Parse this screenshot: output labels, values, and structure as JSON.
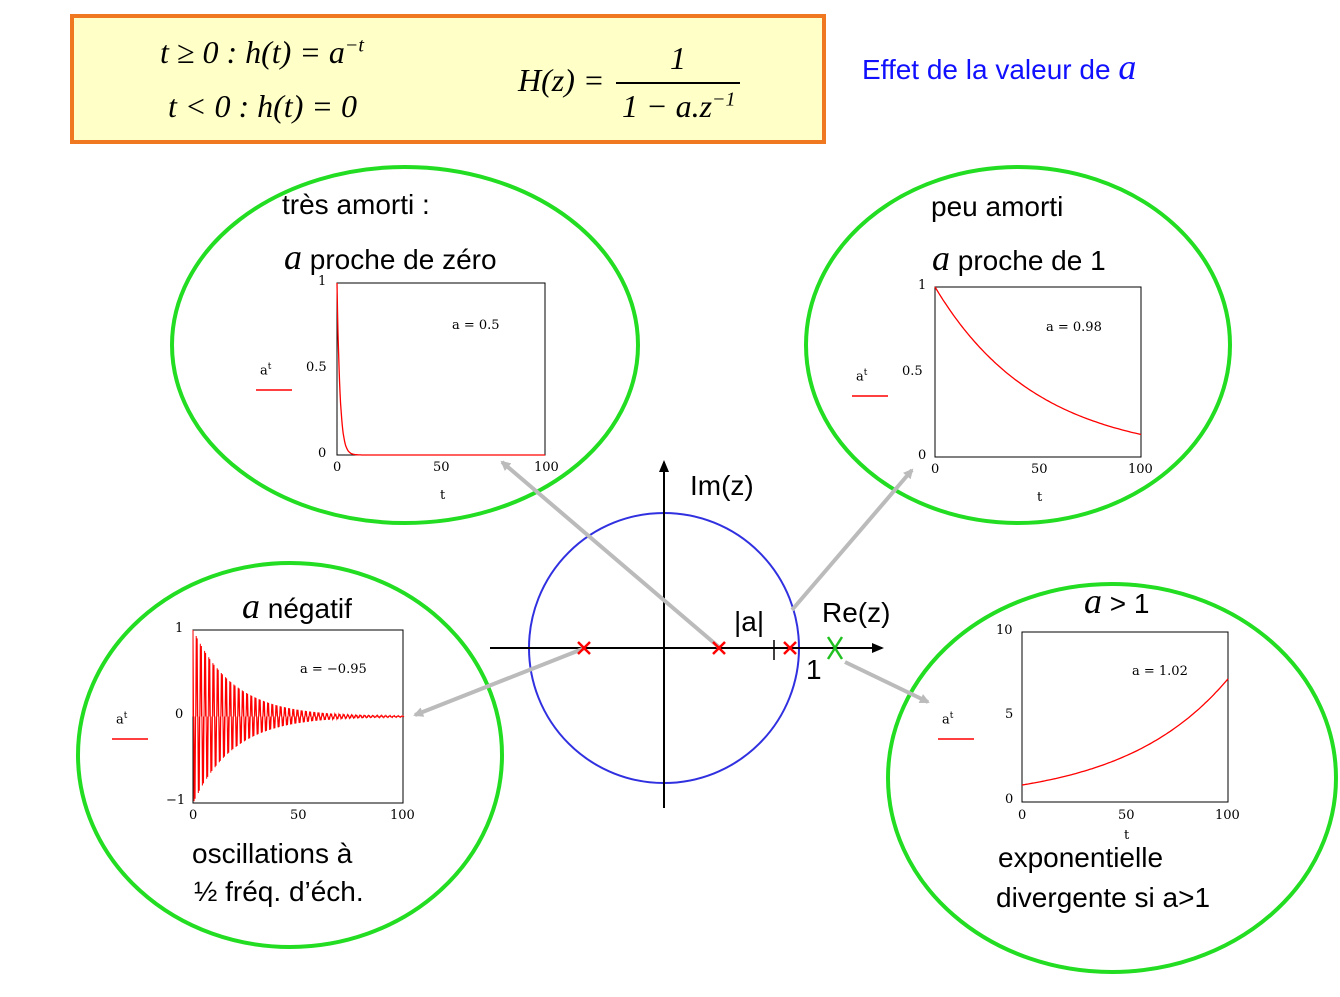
{
  "formula": {
    "line1": "t ≥ 0 : h(t) = a",
    "line1_exp": "−t",
    "line2": "t < 0 : h(t) = 0",
    "tf_lhs": "H(z) =",
    "tf_num": "1",
    "tf_den": "1 − a.z",
    "tf_den_exp": "−1"
  },
  "header": {
    "title_text": "Effet de la valeur de ",
    "title_var": "a",
    "title_color": "#1010ff"
  },
  "zplane": {
    "im_label": "Im(z)",
    "re_label": "Re(z)",
    "abs_a_label": "|a|",
    "unit_label": "1",
    "circle_color": "#3030e0",
    "pole_color": "#ff0000",
    "unstable_pole_color": "#20c020",
    "arrow_color": "#bbbbbb"
  },
  "panels": {
    "tres_amorti": {
      "caption_top": "très amorti :",
      "var": "a",
      "caption_sub": " proche de zéro",
      "a_label": "a = 0.5",
      "a_value": 0.5,
      "ylabel": "a",
      "ylabel_sup": "t",
      "xlabel": "t",
      "yticks": [
        "1",
        "0.5",
        "0"
      ],
      "xticks": [
        "0",
        "50",
        "100"
      ]
    },
    "peu_amorti": {
      "caption_top": "peu amorti",
      "var": "a",
      "caption_sub": " proche de 1",
      "a_label": "a = 0.98",
      "a_value": 0.98,
      "ylabel": "a",
      "ylabel_sup": "t",
      "xlabel": "t",
      "yticks": [
        "1",
        "0.5",
        "0"
      ],
      "xticks": [
        "0",
        "50",
        "100"
      ]
    },
    "negatif": {
      "var": "a",
      "caption_top": " négatif",
      "caption_bottom_1": "oscillations à",
      "caption_bottom_2": "½ fréq. d’éch.",
      "a_label": "a = −0.95",
      "a_value": -0.95,
      "ylabel": "a",
      "ylabel_sup": "t",
      "yticks": [
        "1",
        "0",
        "−1"
      ],
      "xticks": [
        "0",
        "50",
        "100"
      ]
    },
    "divergent": {
      "var": "a",
      "caption_top": " > 1",
      "caption_bottom_1": "exponentielle",
      "caption_bottom_2": "divergente si a>1",
      "a_label": "a = 1.02",
      "a_value": 1.02,
      "ylabel": "a",
      "ylabel_sup": "t",
      "xlabel": "t",
      "yticks": [
        "10",
        "5",
        "0"
      ],
      "xticks": [
        "0",
        "50",
        "100"
      ]
    }
  },
  "colors": {
    "ellipse": "#22dd22",
    "curve": "#ff0000"
  }
}
